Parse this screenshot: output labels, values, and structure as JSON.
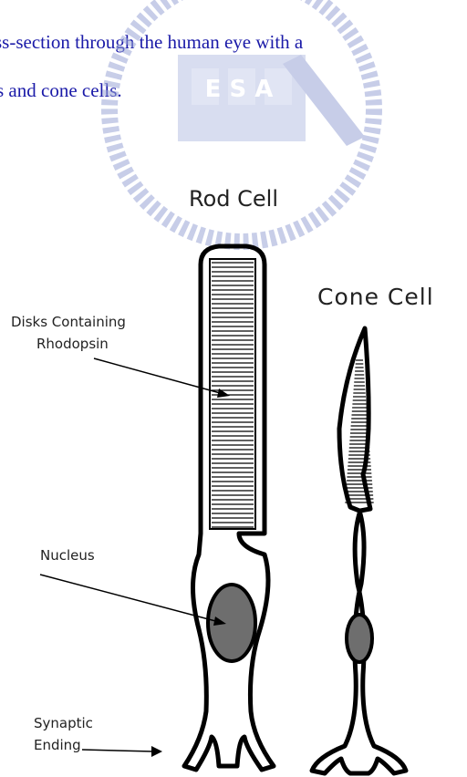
{
  "caption": {
    "line1": "ss-section through the human eye with a",
    "line2": "s and cone cells."
  },
  "watermark": {
    "text": "E S A",
    "color": "#9aa6d6"
  },
  "titles": {
    "rod": "Rod Cell",
    "cone": "Cone Cell"
  },
  "labels": {
    "disks_line1": "Disks Containing",
    "disks_line2": "Rhodopsin",
    "nucleus": "Nucleus",
    "synaptic_line1": "Synaptic",
    "synaptic_line2": "Ending"
  },
  "colors": {
    "outline": "#000000",
    "nucleus_fill": "#6e6e6e",
    "caption": "#1a1aa8"
  }
}
